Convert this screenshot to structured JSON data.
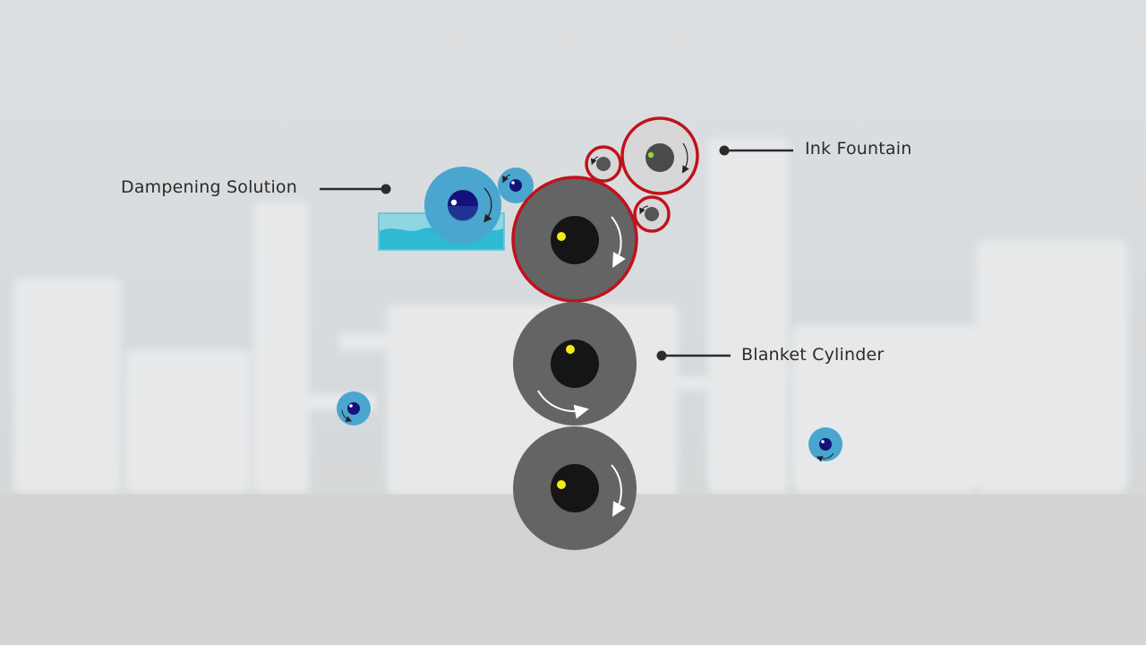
{
  "labels": {
    "dampening": "Dampening Solution",
    "ink": "Ink Fountain",
    "blanket": "Blanket Cylinder"
  },
  "colors": {
    "background": "#d9dcde",
    "floor": "#d3d3d3",
    "building": "#e5e7e9",
    "cylinder": "#646464",
    "hub": "#151515",
    "ink_ring": "#c0121c",
    "ink_roller": "#d7d7d7",
    "water_roller": "#4aa6cf",
    "water_hub": "#14127a",
    "water_tray": "#48c3d6",
    "marker_yellow": "#f4ec16",
    "marker_green": "#9bd13a",
    "leader_line": "#2b2b2b"
  }
}
